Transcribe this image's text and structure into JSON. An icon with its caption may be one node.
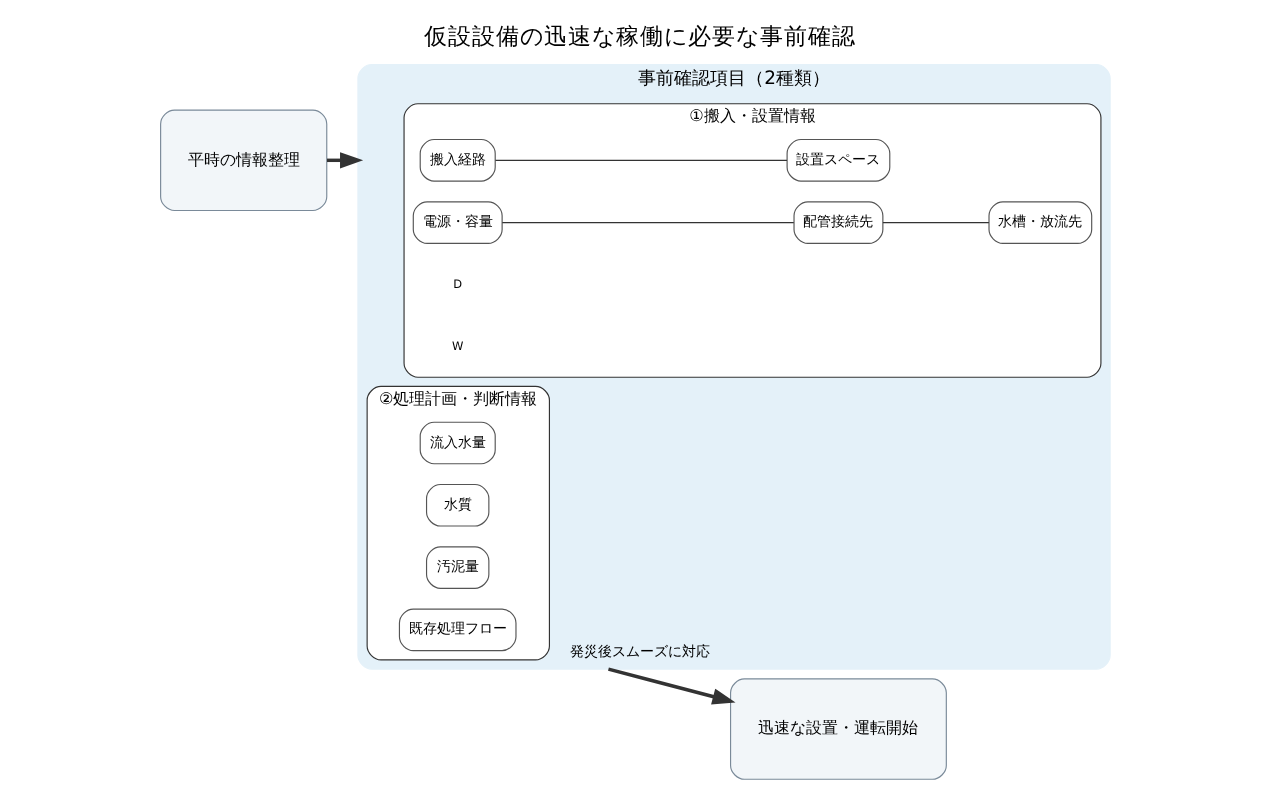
{
  "diagram": {
    "title": "仮設設備の迅速な稼働に必要な事前確認",
    "nodes": [
      {
        "text": [
          "平時の情報整理"
        ]
      },
      {
        "text": [
          "事前確認項目（2種類）"
        ]
      },
      {
        "text": [
          "①搬入・設置情報"
        ],
        "in": 1
      },
      {
        "text": [
          "搬入経路"
        ],
        "in": 2
      },
      {
        "text": [
          "設置スペース"
        ],
        "in": 2
      },
      {
        "text": [
          "電源・容量"
        ],
        "in": 2
      },
      {
        "text": [
          "配管接続先"
        ],
        "in": 2
      },
      {
        "text": [
          "水槽・放流先"
        ],
        "in": 2
      },
      {
        "text": [
          "②処理計画・判断情報"
        ],
        "in": 1
      },
      {
        "text": [
          "流入水量"
        ],
        "in": 8
      },
      {
        "text": [
          "水質"
        ],
        "in": 8
      },
      {
        "text": [
          "汚泥量"
        ],
        "in": 8
      },
      {
        "text": [
          "既存処理フロー"
        ],
        "in": 8
      },
      {
        "text": [
          "迅速な設置・運転開始"
        ]
      }
    ],
    "edges": [
      {
        "from": 0,
        "to": 1,
        "arrow": "to"
      },
      {
        "from": 1,
        "to": 13,
        "arrow": "to",
        "label": "発災後スムーズに対応"
      },
      {
        "from": 3,
        "to": 4,
        "arrow": "none"
      },
      {
        "from": 5,
        "to": 6,
        "arrow": "none"
      },
      {
        "from": 6,
        "to": 7,
        "arrow": "none"
      }
    ],
    "labels": [
      "D",
      "W"
    ]
  }
}
